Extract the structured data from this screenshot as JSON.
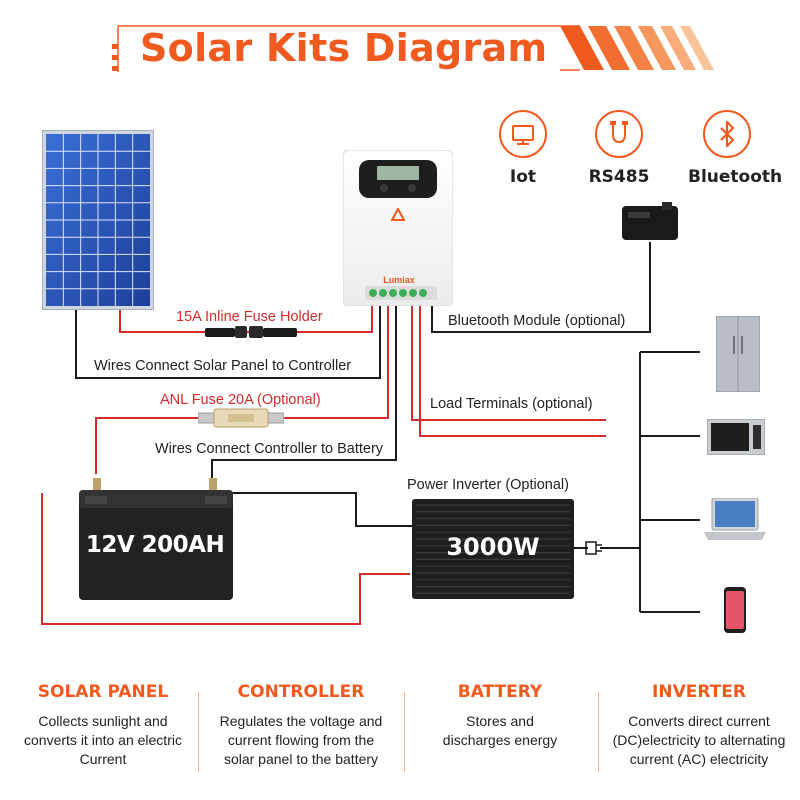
{
  "header": {
    "title": "Solar Kits Diagram"
  },
  "features": [
    {
      "name": "Iot",
      "icon": "monitor-icon"
    },
    {
      "name": "RS485",
      "icon": "cable-icon"
    },
    {
      "name": "Bluetooth",
      "icon": "bluetooth-icon"
    }
  ],
  "labels": {
    "fuse_holder": "15A Inline Fuse Holder",
    "wires_panel_controller": "Wires Connect Solar Panel to Controller",
    "anl_fuse": "ANL Fuse 20A (Optional)",
    "wires_controller_battery": "Wires Connect Controller to Battery",
    "bluetooth_module": "Bluetooth Module (optional)",
    "load_terminals": "Load Terminals (optional)",
    "power_inverter": "Power Inverter (Optional)"
  },
  "devices": {
    "controller_brand": "Lumiax",
    "battery": "12V 200AH",
    "inverter": "3000W"
  },
  "appliances": [
    "refrigerator",
    "microwave",
    "laptop",
    "smartphone"
  ],
  "colors": {
    "accent": "#f05a1e",
    "wire_red": "#d42b2b",
    "wire_black": "#1a1a1a"
  },
  "sections": [
    {
      "title": "SOLAR PANEL",
      "desc": "Collects sunlight and converts it into an electric Current"
    },
    {
      "title": "CONTROLLER",
      "desc": "Regulates the voltage and current flowing from the solar panel to the battery"
    },
    {
      "title": "BATTERY",
      "desc": "Stores and discharges energy"
    },
    {
      "title": "INVERTER",
      "desc": "Converts direct current (DC)electricity to alternating current (AC) electricity"
    }
  ]
}
